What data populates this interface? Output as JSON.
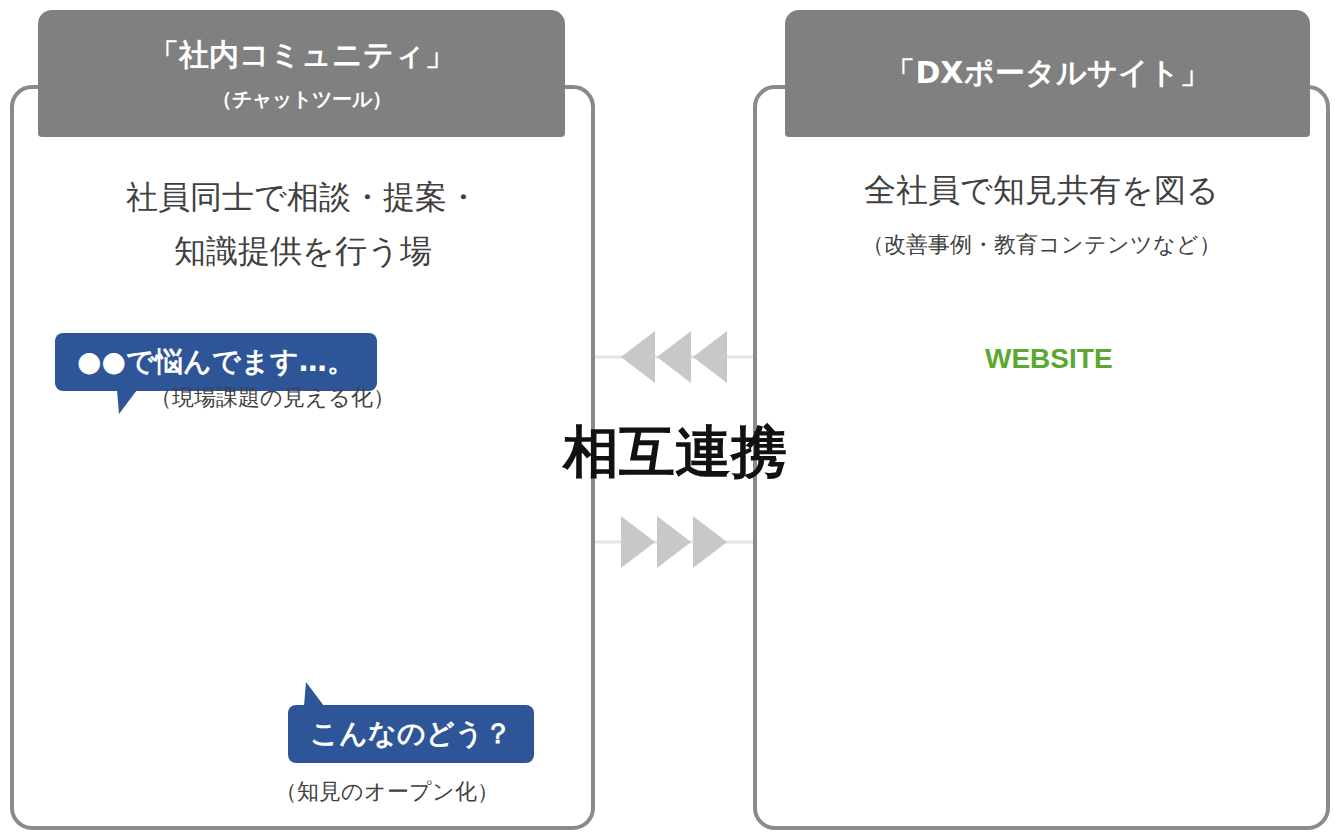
{
  "diagram": {
    "nodes": [
      {
        "text": [
          "「社内コミュニティ」",
          "（チャットツール）",
          "社員同士で相談・提案・ 知識提供を行う場"
        ]
      },
      {
        "text": [
          "●●で悩んでます…。"
        ],
        "in": 0
      },
      {
        "text": [
          "こんなのどう？"
        ],
        "in": 0
      },
      {
        "text": [
          "「DXポータルサイト」",
          "全社員で知見共有を図る",
          "（改善事例・教育コンテンツなど）"
        ]
      }
    ],
    "edges": [
      {
        "from": 3,
        "to": 0,
        "arrow": "to"
      },
      {
        "from": 0,
        "to": 3,
        "arrow": "to"
      }
    ],
    "labels": [
      "（現場課題の見える化）",
      "（知見のオープン化）",
      "相互連携",
      "WEBSITE"
    ]
  }
}
